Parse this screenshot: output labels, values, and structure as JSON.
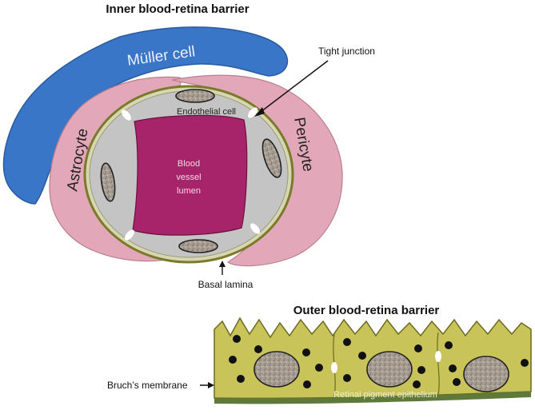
{
  "inner_barrier": {
    "title": "Inner blood-retina barrier",
    "muller_cell": "Müller cell",
    "astrocyte": "Astrocyte",
    "pericyte": "Pericyte",
    "tight_junction": "Tight junction",
    "endothelial_cell": "Endothelial cell",
    "lumen_line1": "Blood",
    "lumen_line2": "vessel",
    "lumen_line3": "lumen",
    "basal_lamina": "Basal lamina"
  },
  "outer_barrier": {
    "title": "Outer blood-retina barrier",
    "rpe": "Retinal pigment epithelium",
    "bruchs_membrane": "Bruch’s membrane"
  },
  "colors": {
    "muller": "#3a76c8",
    "astro_pericyte": "#e2a7b8",
    "endothelial": "#c4c4c4",
    "lumen": "#a8246a",
    "lamina": "#7a7a2a",
    "nucleus": "#a59e96",
    "rpe_fill": "#c8c45a",
    "rpe_base": "#5e7a3a"
  }
}
